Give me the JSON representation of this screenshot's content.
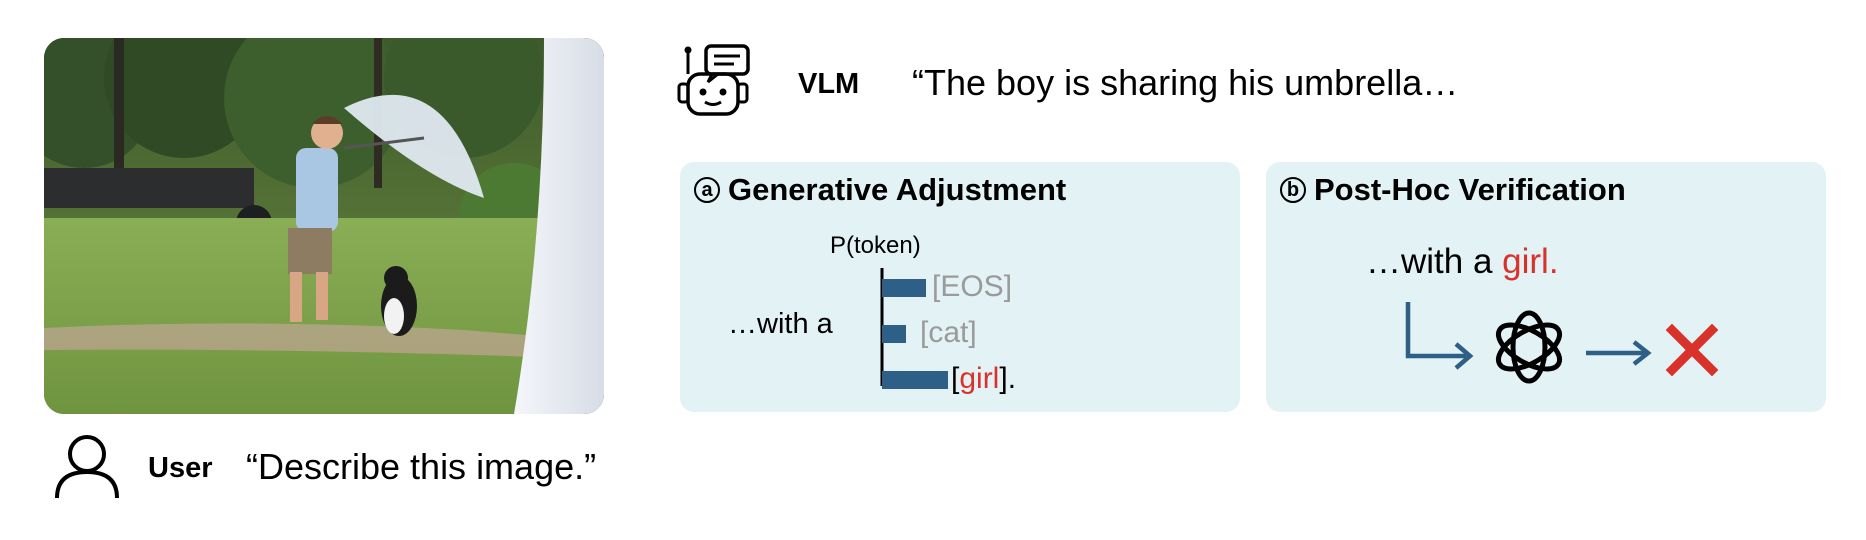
{
  "user": {
    "label": "User",
    "prompt": "“Describe this image.”",
    "icon": "person-icon"
  },
  "vlm": {
    "label": "VLM",
    "response": "“The boy is sharing his umbrella…",
    "icon": "robot-icon"
  },
  "panel_a": {
    "marker": "a",
    "title": "Generative Adjustment",
    "axis_label": "P(token)",
    "prefix": "…with a",
    "tokens": [
      {
        "text": "[EOS]",
        "prob": 0.2,
        "color": "#9a9a9a"
      },
      {
        "text": "[cat]",
        "prob": 0.11,
        "color": "#9a9a9a"
      },
      {
        "open": "[",
        "word": "girl",
        "close": "].",
        "prob": 0.3,
        "color": "#d9322b"
      }
    ],
    "bar_color": "#2e5f86"
  },
  "panel_b": {
    "marker": "b",
    "title": "Post-Hoc Verification",
    "prefix": "…with a ",
    "word": "girl.",
    "verifier_icon": "openai-logo-icon",
    "result_icon": "red-x-icon",
    "arrow_color": "#2e5f86",
    "x_color": "#d9322b"
  },
  "colors": {
    "panel_bg": "#e2f2f5",
    "accent_red": "#d9322b",
    "bar_blue": "#2e5f86"
  }
}
